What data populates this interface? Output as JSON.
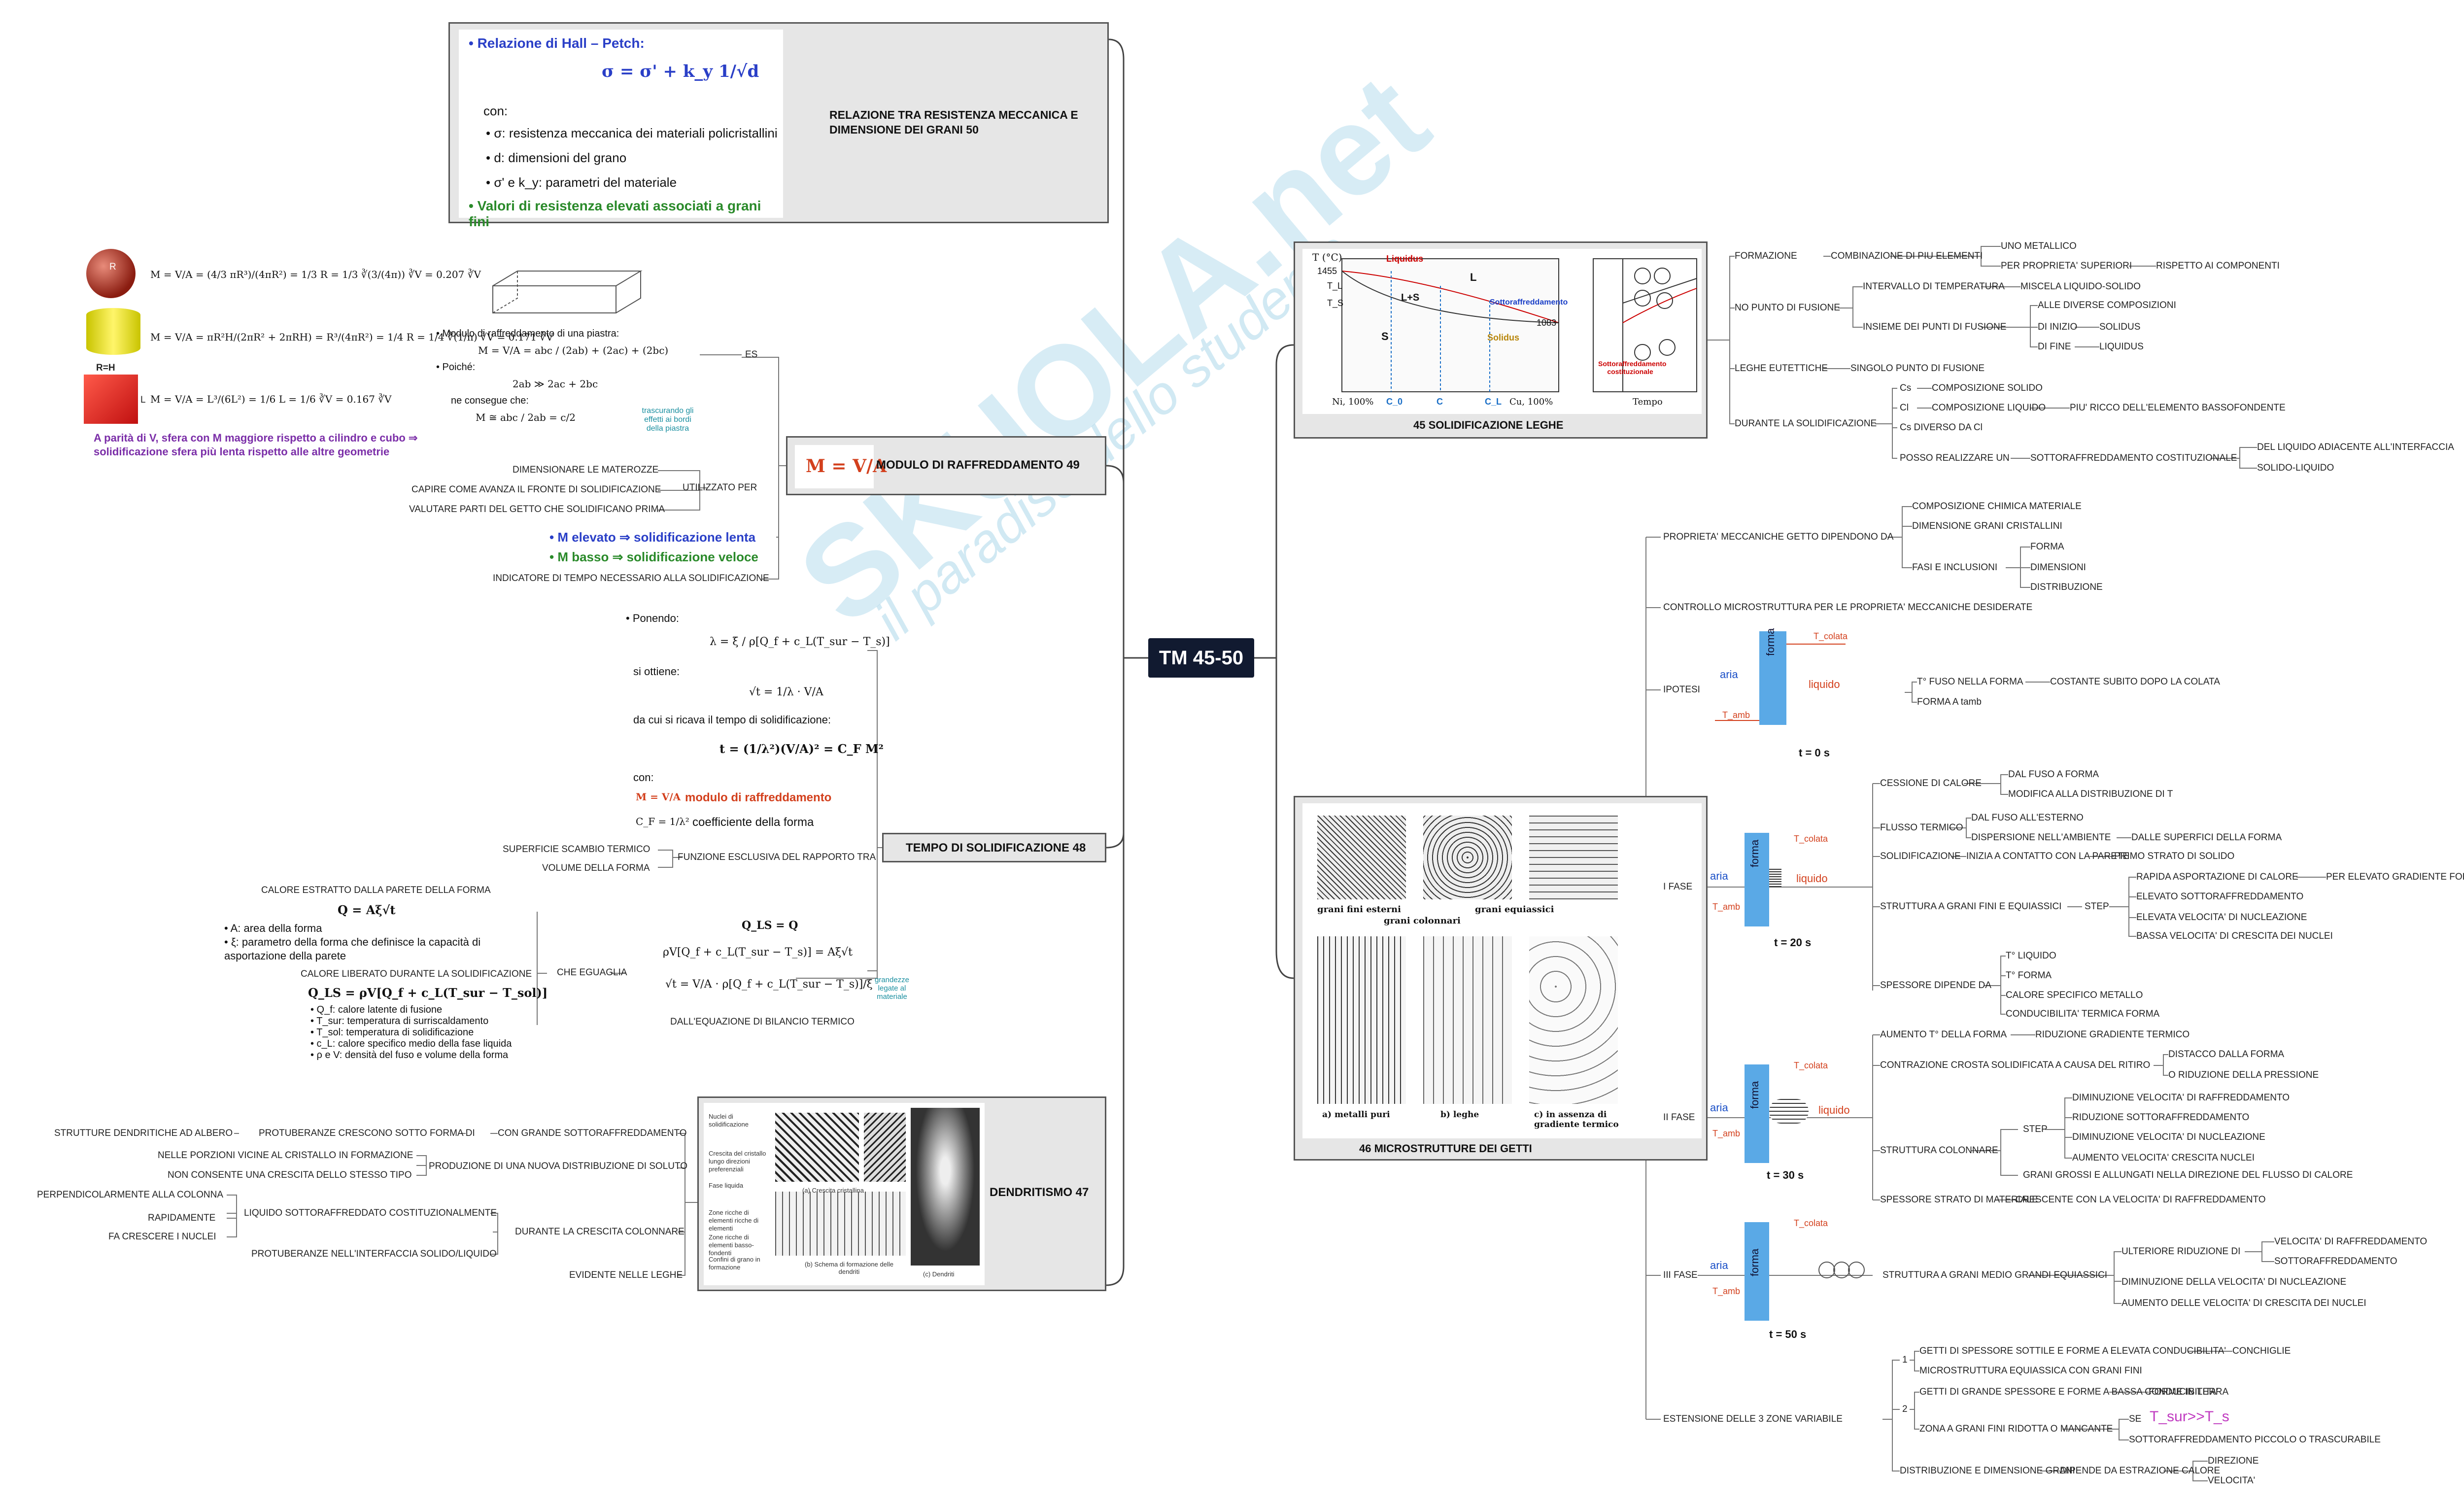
{
  "center": {
    "title": "TM 45-50"
  },
  "watermark": {
    "brand": "SKUOLA.net",
    "tagline": "il paradiso dello studente"
  },
  "hall_petch": {
    "box_title": "RELAZIONE TRA RESISTENZA MECCANICA E DIMENSIONE DEI GRANI 50",
    "head": "• Relazione di Hall – Petch:",
    "formula": "σ = σ' + k_y 1/√d",
    "con": "con:",
    "items": [
      "• σ: resistenza meccanica dei materiali policristallini",
      "• d: dimensioni del grano",
      "• σ' e k_y: parametri del materiale"
    ],
    "footer": "• Valori di resistenza elevati associati a grani fini"
  },
  "raffreddamento": {
    "box_title": "MODULO DI RAFFREDDAMENTO 49",
    "box_formula": "M = V/A",
    "shapes": [
      {
        "label": "R",
        "formula": "M = V/A = (4/3 πR³)/(4πR²) = 1/3 R = 1/3 ∛(3/(4π)) ∛V = 0.207 ∛V"
      },
      {
        "label": "R=H",
        "formula": "M = V/A = πR²H/(2πR² + 2πRH) = R³/(4πR²) = 1/4 R = 1/4 ∛(1/π) ∛V = 0.171 ∛V"
      },
      {
        "label": "L",
        "formula": "M = V/A = L³/(6L²) = 1/6 L = 1/6 ∛V = 0.167 ∛V"
      }
    ],
    "parity_note": "A parità di V, sfera con M maggiore rispetto a cilindro e cubo ⇒ solidificazione sfera più lenta rispetto alle altre geometrie",
    "plate_lines": [
      "• Modulo di raffreddamento di una piastra:",
      "M = V/A = abc / (2ab) + (2ac) + (2bc)",
      "• Poiché:",
      "2ab ≫ 2ac + 2bc",
      "ne consegue che:",
      "M ≅ abc / 2ab = c/2"
    ],
    "plate_note": "trascurando gli effetti ai bordi della piastra",
    "es": "ES",
    "utilizzato": "UTILIZZATO PER",
    "uses": [
      "DIMENSIONARE LE MATEROZZE",
      "CAPIRE COME AVANZA IL FRONTE DI SOLIDIFICAZIONE",
      "VALUTARE PARTI DEL GETTO CHE SOLIDIFICANO PRIMA"
    ],
    "m_elevato": "• M elevato ⇒ solidificazione lenta",
    "m_basso": "• M basso ⇒ solidificazione veloce",
    "indicatore": "INDICATORE DI TEMPO NECESSARIO ALLA SOLIDIFICAZIONE"
  },
  "tempo": {
    "box_title": "TEMPO DI SOLIDIFICAZIONE 48",
    "ponendo": "• Ponendo:",
    "f1": "λ = ξ / ρ[Q_f + c_L(T_sur − T_s)]",
    "si_ottiene": "si ottiene:",
    "f2": "√t = 1/λ · V/A",
    "da_cui": "da cui si ricava il tempo di solidificazione:",
    "f3": "t = (1/λ²)(V/A)² = C_F M²",
    "con": "con:",
    "m_label": "M = V/A",
    "m_desc": "modulo di raffreddamento",
    "cf_label": "C_F = 1/λ²",
    "cf_desc": "coefficiente della forma",
    "funzione": "FUNZIONE ESCLUSIVA DEL RAPPORTO TRA",
    "funzione_items": [
      "SUPERFICIE SCAMBIO TERMICO",
      "VOLUME DELLA FORMA"
    ],
    "calore_head": "CALORE ESTRATTO DALLA PARETE DELLA FORMA",
    "q_formula": "Q = Aξ√t",
    "q_items": [
      "• A: area della forma",
      "• ξ: parametro della forma che definisce la capacità di asportazione della parete"
    ],
    "calore_lib": "CALORE LIBERATO DURANTE LA SOLIDIFICAZIONE",
    "qls_formula": "Q_LS = ρV[Q_f + c_L(T_sur − T_sol)]",
    "qls_items": [
      "• Q_f: calore latente di fusione",
      "• T_sur: temperatura di surriscaldamento",
      "• T_sol: temperatura di solidificazione",
      "• c_L: calore specifico medio della fase liquida",
      "• ρ e V: densità del fuso e volume della forma"
    ],
    "che_eguaglia": "CHE EGUAGLIA",
    "eq1": "Q_LS = Q",
    "eq2": "ρV[Q_f + c_L(T_sur − T_s)] = Aξ√t",
    "eq3": "√t = V/A · ρ[Q_f + c_L(T_sur − T_s)]/ξ",
    "grandezze": "grandezze legate al materiale",
    "bilancio": "DALL'EQUAZIONE DI BILANCIO TERMICO"
  },
  "dendritismo": {
    "box_title": "DENDRITISMO 47",
    "row1": [
      "STRUTTURE DENDRITICHE AD ALBERO",
      "PROTUBERANZE CRESCONO SOTTO FORMA DI",
      "CON GRANDE SOTTORAFFREDDAMENTO"
    ],
    "produzione": "PRODUZIONE DI UNA NUOVA DISTRIBUZIONE DI SOLUTO",
    "prod_items": [
      "NELLE PORZIONI VICINE AL CRISTALLO IN FORMAZIONE",
      "NON CONSENTE UNA CRESCITA DELLO STESSO TIPO"
    ],
    "durante": "DURANTE LA CRESCITA COLONNARE",
    "liquido": "LIQUIDO SOTTORAFFREDDATO COSTITUZIONALMENTE",
    "liq_items": [
      "PERPENDICOLARMENTE ALLA COLONNA",
      "RAPIDAMENTE",
      "FA CRESCERE I NUCLEI"
    ],
    "protuberanze": "PROTUBERANZE NELL'INTERFACCIA SOLIDO/LIQUIDO",
    "evidente": "EVIDENTE NELLE LEGHE",
    "fig_labels": [
      "Nuclei di solidificazione",
      "Crescita del cristallo lungo direzioni preferenziali",
      "Fase liquida",
      "Zone ricche di elementi ricche di elementi",
      "Zone ricche di elementi basso-fondenti",
      "Confini di grano in formazione",
      "(a) Crescita cristallina",
      "(b) Schema di formazione delle dendriti",
      "(c) Dendriti"
    ]
  },
  "leghe": {
    "box_title": "45 SOLIDIFICAZIONE LEGHE",
    "diag": {
      "t_axis": "T (°C)",
      "t1455": "1455",
      "tl": "T_L",
      "ts": "T_S",
      "liquidus": "Liquidus",
      "l_s": "L+S",
      "l": "L",
      "s": "S",
      "solidus": "Solidus",
      "t1083": "1083",
      "ni": "Ni, 100%",
      "c0": "C_0",
      "c": "C",
      "cl": "C_L",
      "cu": "Cu, 100%",
      "sottoraff": "Sottoraffreddamento",
      "tempo": "Tempo",
      "sottoraff_cost": "Sottoraffreddamento costituzionale"
    },
    "formazione": "FORMAZIONE",
    "combinazione": "COMBINAZIONE DI PIU ELEMENTI",
    "uno_metallico": "UNO METALLICO",
    "proprieta": "PER PROPRIETA' SUPERIORI",
    "rispetto": "RISPETTO AI COMPONENTI",
    "no_punto": "NO PUNTO DI FUSIONE",
    "intervallo": "INTERVALLO DI TEMPERATURA",
    "miscela": "MISCELA LIQUIDO-SOLIDO",
    "alle_diverse": "ALLE DIVERSE COMPOSIZIONI",
    "insieme": "INSIEME DEI PUNTI DI FUSIONE",
    "di_inizio": "DI INIZIO",
    "solidus": "SOLIDUS",
    "di_fine": "DI FINE",
    "liquidus": "LIQUIDUS",
    "eutettiche": "LEGHE EUTETTICHE",
    "singolo": "SINGOLO PUNTO DI FUSIONE",
    "durante": "DURANTE LA SOLIDIFICAZIONE",
    "cs": "Cs",
    "comp_solido": "COMPOSIZIONE SOLIDO",
    "cl": "Cl",
    "comp_liquido": "COMPOSIZIONE LIQUIDO",
    "piu_ricco": "PIU' RICCO DELL'ELEMENTO BASSOFONDENTE",
    "cs_diverso": "Cs DIVERSO DA Cl",
    "posso": "POSSO REALIZZARE UN",
    "sottoraff_cost": "SOTTORAFFREDDAMENTO COSTITUZIONALE",
    "del_liquido": "DEL LIQUIDO ADIACENTE ALL'INTERFACCIA",
    "solido_liquido": "SOLIDO-LIQUIDO"
  },
  "microstrutture": {
    "box_title": "46 MICROSTRUTTURE DEI GETTI",
    "fig_labels": [
      "grani fini esterni",
      "grani colonnari",
      "grani equiassici",
      "a) metalli puri",
      "b) leghe",
      "c) in assenza di gradiente termico"
    ],
    "proprieta": "PROPRIETA' MECCANICHE GETTO DIPENDONO DA",
    "comp_chimica": "COMPOSIZIONE CHIMICA MATERIALE",
    "dim_grani": "DIMENSIONE GRANI CRISTALLINI",
    "fasi": "FASI E INCLUSIONI",
    "fasi_items": [
      "FORMA",
      "DIMENSIONI",
      "DISTRIBUZIONE"
    ],
    "controllo": "CONTROLLO MICROSTRUTTURA PER LE PROPRIETA' MECCANICHE DESIDERATE",
    "ipotesi": "IPOTESI",
    "ipotesi_items": [
      "T° FUSO NELLA FORMA",
      "COSTANTE SUBITO DOPO LA COLATA",
      "FORMA A tamb"
    ],
    "phase_fig": {
      "aria": "aria",
      "forma": "forma",
      "liquido": "liquido",
      "tcolata": "T_colata",
      "tamb": "T_amb"
    },
    "t0": "t = 0 s",
    "t20": "t = 20 s",
    "t30": "t = 30 s",
    "t50": "t = 50 s",
    "fase1": "I FASE",
    "f1_cessione": "CESSIONE DI CALORE",
    "f1_cessione_items": [
      "DAL FUSO A FORMA",
      "MODIFICA ALLA DISTRIBUZIONE DI T"
    ],
    "f1_flusso": "FLUSSO TERMICO",
    "f1_flusso_items": [
      "DAL FUSO ALL'ESTERNO",
      "DISPERSIONE NELL'AMBIENTE",
      "DALLE SUPERFICI DELLA FORMA"
    ],
    "f1_solid": "SOLIDIFICAZIONE",
    "f1_solid_items": [
      "INIZIA A CONTATTO CON LA PARETE",
      "PRIMO STRATO DI SOLIDO"
    ],
    "f1_struttura": "STRUTTURA A GRANI FINI E EQUIASSICI",
    "step": "STEP",
    "f1_step_items": [
      "RAPIDA ASPORTAZIONE DI CALORE",
      "ELEVATO SOTTORAFFREDDAMENTO",
      "ELEVATA VELOCITA' DI NUCLEAZIONE",
      "BASSA VELOCITA' DI CRESCITA DEI NUCLEI"
    ],
    "f1_gradiente": "PER ELEVATO GRADIENTE FORMA/FUSO",
    "f1_spessore": "SPESSORE DIPENDE DA",
    "f1_spessore_items": [
      "T° LIQUIDO",
      "T° FORMA",
      "CALORE SPECIFICO METALLO",
      "CONDUCIBILITA' TERMICA FORMA"
    ],
    "fase2": "II FASE",
    "f2_aumento": "AUMENTO T° DELLA FORMA",
    "f2_riduzione": "RIDUZIONE GRADIENTE TERMICO",
    "f2_contrazione": "CONTRAZIONE CROSTA SOLIDIFICATA A CAUSA DEL RITIRO",
    "f2_contr_items": [
      "DISTACCO DALLA FORMA",
      "O RIDUZIONE DELLA PRESSIONE"
    ],
    "f2_struttura": "STRUTTURA COLONNARE",
    "f2_step_items": [
      "DIMINUZIONE VELOCITA' DI RAFFREDDAMENTO",
      "RIDUZIONE SOTTORAFFREDDAMENTO",
      "DIMINUZIONE VELOCITA' DI NUCLEAZIONE",
      "AUMENTO VELOCITA' CRESCITA NUCLEI"
    ],
    "f2_grani": "GRANI GROSSI E ALLUNGATI NELLA DIREZIONE DEL FLUSSO DI CALORE",
    "f2_spessore": "SPESSORE STRATO DI MATERIALE",
    "f2_crescente": "CRESCENTE CON LA VELOCITA' DI RAFFREDDAMENTO",
    "fase3": "III FASE",
    "f3_struttura": "STRUTTURA A GRANI MEDIO GRANDI EQUIASSICI",
    "f3_items": [
      "ULTERIORE RIDUZIONE DI",
      "DIMINUZIONE DELLA VELOCITA' DI NUCLEAZIONE",
      "AUMENTO DELLE VELOCITA' DI CRESCITA DEI NUCLEI"
    ],
    "f3_sub": [
      "VELOCITA' DI RAFFREDDAMENTO",
      "SOTTORAFFREDDAMENTO"
    ],
    "estensione": "ESTENSIONE DELLE 3 ZONE VARIABILE",
    "n1": "1",
    "n2": "2",
    "e1_items": [
      "GETTI DI SPESSORE SOTTILE E FORME A ELEVATA CONDUCIBILITA'",
      "MICROSTRUTTURA EQUIASSICA CON GRANI FINI"
    ],
    "e1_right": "CONCHIGLIE",
    "e2_a": "GETTI DI GRANDE SPESSORE E FORME A BASSA CONDUCIBILITA'",
    "e2_a_right": "FORME IN TERRA",
    "e2_b": "ZONA A GRANI FINI RIDOTTA O MANCANTE",
    "se": "SE",
    "tsur_ts": "T_sur>>T_s",
    "e2_c": "SOTTORAFFREDDAMENTO PICCOLO O TRASCURABILE",
    "distribuzione": "DISTRIBUZIONE E DIMENSIONE GRANI",
    "dipende": "DIPENDE DA ESTRAZIONE CALORE",
    "dip_items": [
      "DIREZIONE",
      "VELOCITA'"
    ]
  },
  "colors": {
    "accent_blue": "#2a3fc7",
    "accent_green": "#2a8a2a",
    "accent_orange": "#d3401d",
    "accent_purple": "#7b2ea8",
    "center_bg": "#111a30",
    "box_bg": "#e6e6e6"
  }
}
